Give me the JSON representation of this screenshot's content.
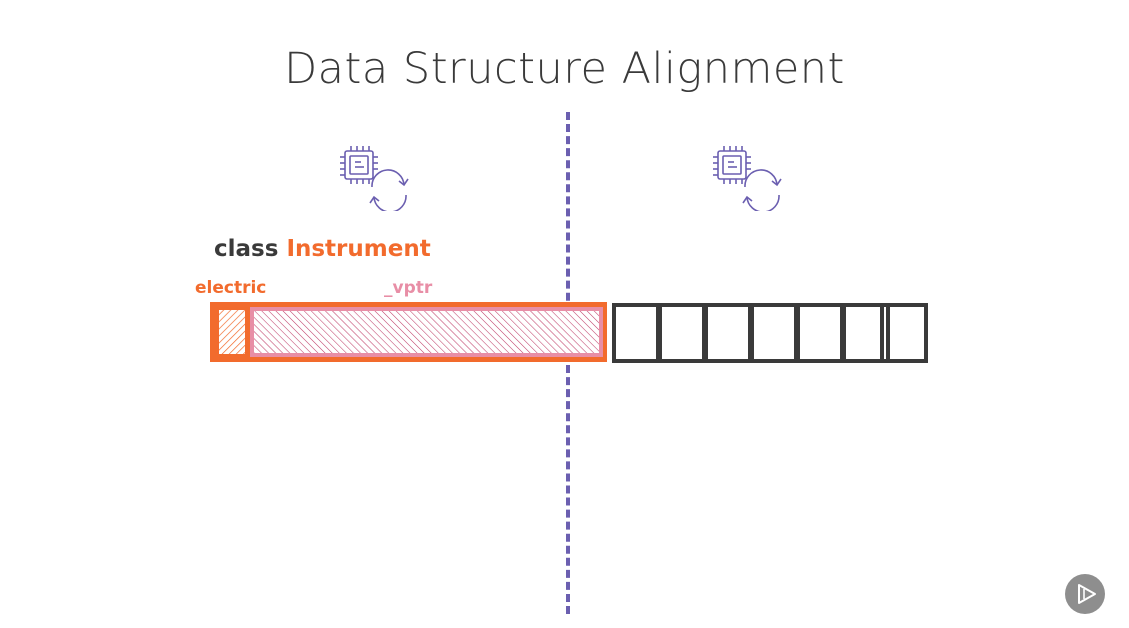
{
  "slide": {
    "title": "Data Structure Alignment"
  },
  "class_label": {
    "keyword": "class",
    "name": "Instrument"
  },
  "fields": {
    "electric": "electric",
    "vptr": "_vptr"
  },
  "colors": {
    "orange": "#f26b2d",
    "pink": "#e88ea6",
    "purple": "#6b5fb0",
    "dark": "#3a3a3a"
  },
  "icons": {
    "left_processor": "processor-cycle-icon",
    "right_processor": "processor-cycle-icon",
    "play": "play-icon"
  }
}
